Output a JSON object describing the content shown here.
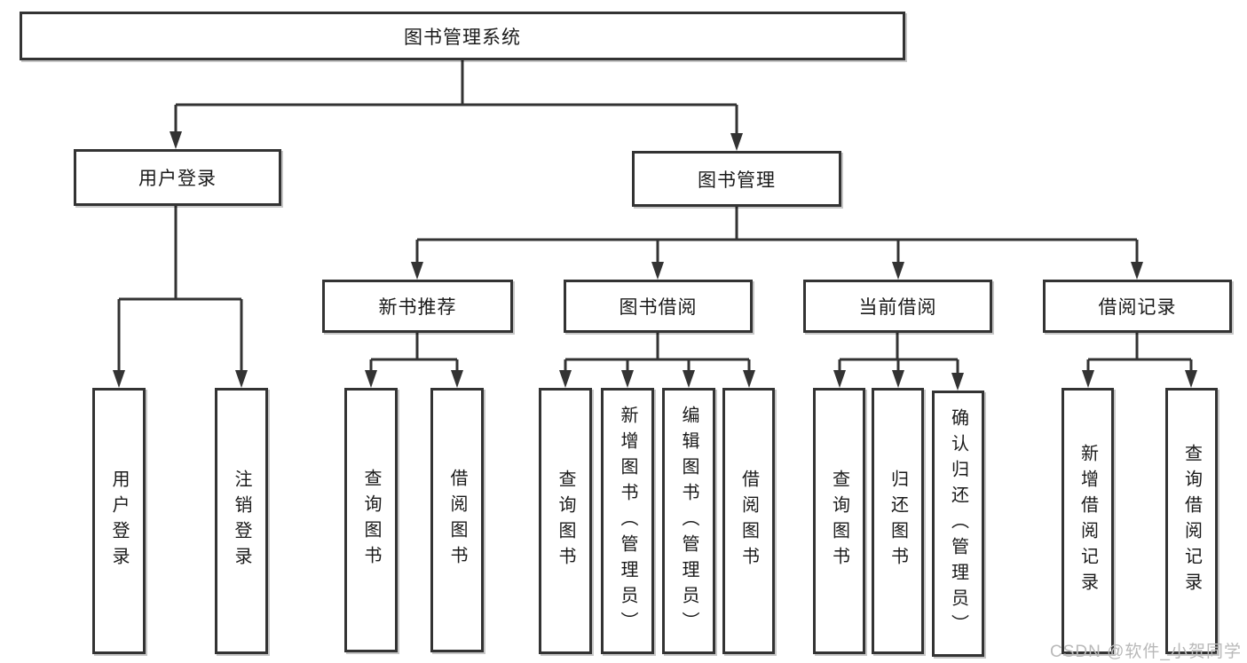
{
  "diagram": {
    "title": "图书管理系统",
    "level2": [
      {
        "label": "用户登录"
      },
      {
        "label": "图书管理"
      }
    ],
    "level3": [
      {
        "label": "新书推荐",
        "parent": "图书管理"
      },
      {
        "label": "图书借阅",
        "parent": "图书管理"
      },
      {
        "label": "当前借阅",
        "parent": "图书管理"
      },
      {
        "label": "借阅记录",
        "parent": "图书管理"
      }
    ],
    "leaves": [
      {
        "label": "用户登录",
        "parent": "用户登录"
      },
      {
        "label": "注销登录",
        "parent": "用户登录"
      },
      {
        "label": "查询图书",
        "parent": "新书推荐"
      },
      {
        "label": "借阅图书",
        "parent": "新书推荐"
      },
      {
        "label": "查询图书",
        "parent": "图书借阅"
      },
      {
        "label": "新增图书（管理员）",
        "parent": "图书借阅"
      },
      {
        "label": "编辑图书（管理员）",
        "parent": "图书借阅"
      },
      {
        "label": "借阅图书",
        "parent": "图书借阅"
      },
      {
        "label": "查询图书",
        "parent": "当前借阅"
      },
      {
        "label": "归还图书",
        "parent": "当前借阅"
      },
      {
        "label": "确认归还（管理员）",
        "parent": "当前借阅"
      },
      {
        "label": "新增借阅记录",
        "parent": "借阅记录"
      },
      {
        "label": "查询借阅记录",
        "parent": "借阅记录"
      }
    ]
  },
  "watermark": {
    "text": "CSDN @软件_小贺同学"
  },
  "colors": {
    "line": "#333333",
    "box_border": "#333333",
    "text": "#1a1a1a",
    "watermark": "#b9b9b9",
    "background": "#ffffff"
  }
}
